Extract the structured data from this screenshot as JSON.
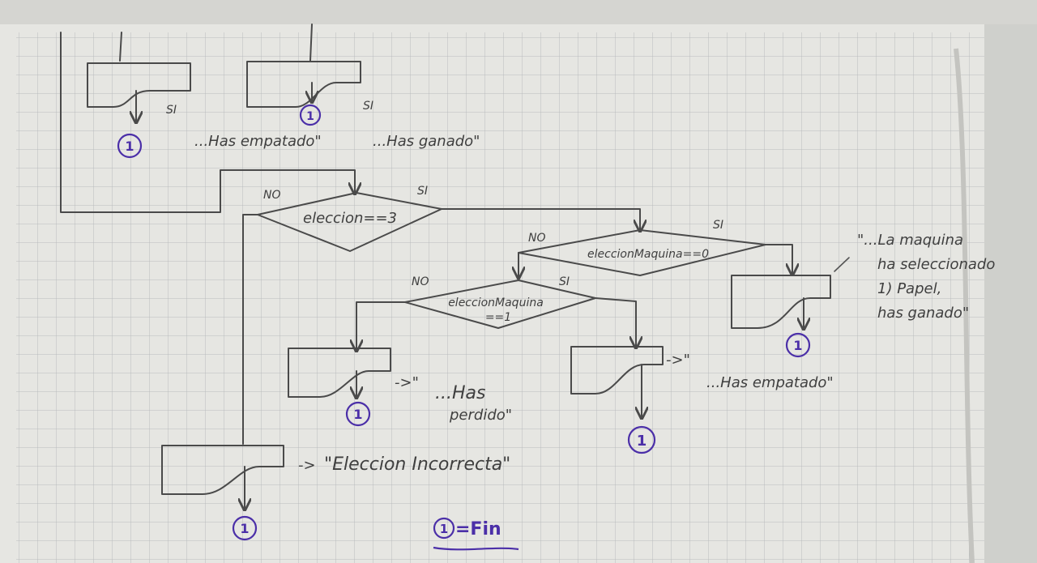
{
  "top_output_left": {
    "flow_label": "SI",
    "message": "...Has empatado\""
  },
  "top_output_right": {
    "flow_label": "SI",
    "message": "...Has ganado\""
  },
  "decision_main": {
    "text": "eleccion==3",
    "no_label": "NO",
    "yes_label": "SI"
  },
  "decision_maquina_0": {
    "text": "eleccionMaquina==0",
    "no_label": "NO",
    "yes_label": "SI"
  },
  "decision_maquina_1": {
    "line1": "eleccionMaquina",
    "line2": "==1",
    "no_label": "NO",
    "yes_label": "SI"
  },
  "output_ganado": {
    "lines": [
      "\"...La maquina",
      "ha seleccionado",
      "1) Papel,",
      "has ganado\""
    ]
  },
  "output_perdido": {
    "arrow": "->\"",
    "line1": "...Has",
    "line2": "perdido\""
  },
  "output_empatado": {
    "arrow": "->\"",
    "text": "...Has empatado\""
  },
  "output_incorrecta": {
    "arrow": "->",
    "text": "\"Eleccion Incorrecta\""
  },
  "connector_label": "1",
  "legend": {
    "symbol": "1",
    "meaning": "=Fin"
  },
  "colors": {
    "paper": "#e8e8e4",
    "grid": "#b9bcbd",
    "ink": "#4a4a4a",
    "connector": "#4b2fa8"
  }
}
